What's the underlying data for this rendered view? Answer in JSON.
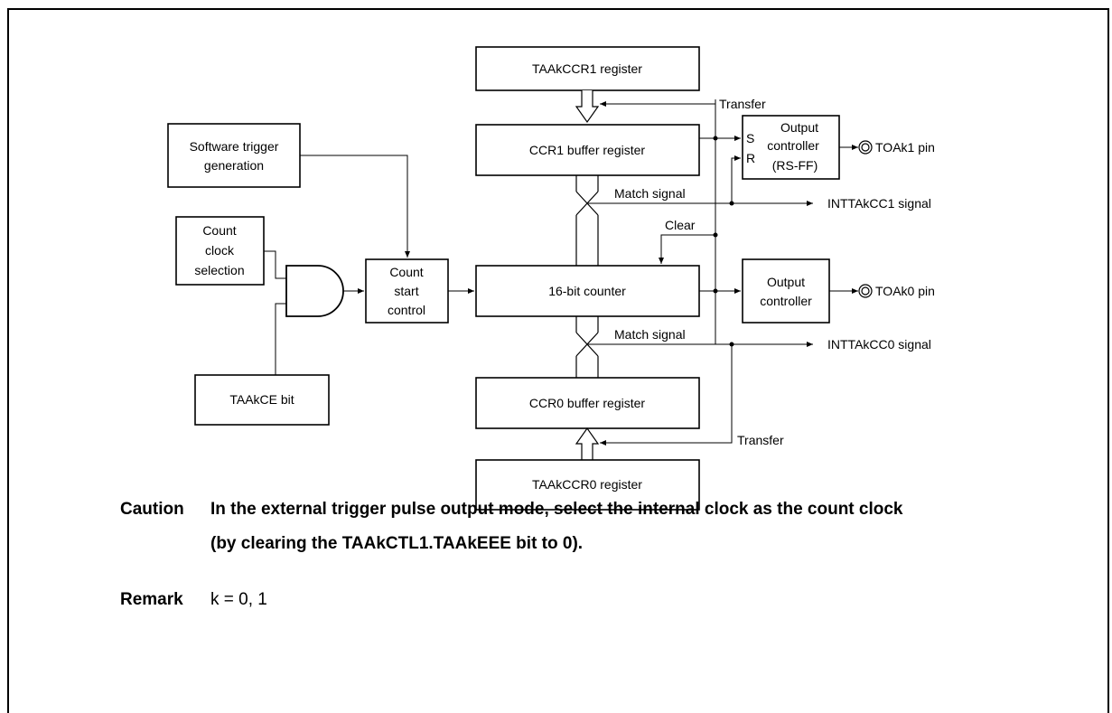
{
  "blocks": {
    "taakccr1_register": "TAAkCCR1 register",
    "ccr1_buffer": "CCR1 buffer register",
    "software_trigger_line1": "Software trigger",
    "software_trigger_line2": "generation",
    "count_clock_line1": "Count",
    "count_clock_line2": "clock",
    "count_clock_line3": "selection",
    "count_start_line1": "Count",
    "count_start_line2": "start",
    "count_start_line3": "control",
    "counter_16bit": "16-bit counter",
    "taakce_bit": "TAAkCE bit",
    "ccr0_buffer": "CCR0 buffer register",
    "taakccr0_register": "TAAkCCR0 register",
    "output_controller1_line1": "Output",
    "output_controller1_line2": "controller",
    "output_controller1_line3": "(RS-FF)",
    "rs_s": "S",
    "rs_r": "R",
    "output_controller0_line1": "Output",
    "output_controller0_line2": "controller"
  },
  "signals": {
    "transfer_top": "Transfer",
    "match_signal_top": "Match signal",
    "clear": "Clear",
    "match_signal_bottom": "Match signal",
    "transfer_bottom": "Transfer",
    "toak1_pin": "TOAk1 pin",
    "toak0_pin": "TOAk0 pin",
    "inttakcc1": "INTTAkCC1 signal",
    "inttakcc0": "INTTAkCC0 signal"
  },
  "notes": {
    "caution_label": "Caution",
    "caution_line1": "In the external trigger pulse output mode, select the internal clock as the count clock",
    "caution_line2": "(by clearing the TAAkCTL1.TAAkEEE bit to 0).",
    "remark_label": "Remark",
    "remark_text": "k = 0, 1"
  }
}
